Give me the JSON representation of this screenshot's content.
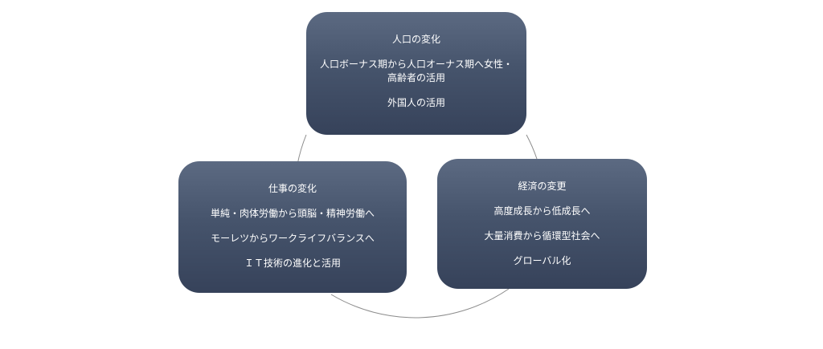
{
  "diagram": {
    "nodes": [
      {
        "id": "population",
        "title": "人口の変化",
        "lines": [
          "人口ボーナス期から人口オーナス期へ女性・高齢者の活用",
          "外国人の活用"
        ]
      },
      {
        "id": "work",
        "title": "仕事の変化",
        "lines": [
          "単純・肉体労働から頭脳・精神労働へ",
          "モーレツからワークライフバランスへ",
          "ＩＴ技術の進化と活用"
        ]
      },
      {
        "id": "economy",
        "title": "経済の変更",
        "lines": [
          "高度成長から低成長へ",
          "大量消費から循環型社会へ",
          "グローバル化"
        ]
      }
    ],
    "colors": {
      "node_fill_top": "#5c6a82",
      "node_fill_bottom": "#36425a",
      "node_text": "#ffffff",
      "connector": "#8c8c8c"
    }
  }
}
